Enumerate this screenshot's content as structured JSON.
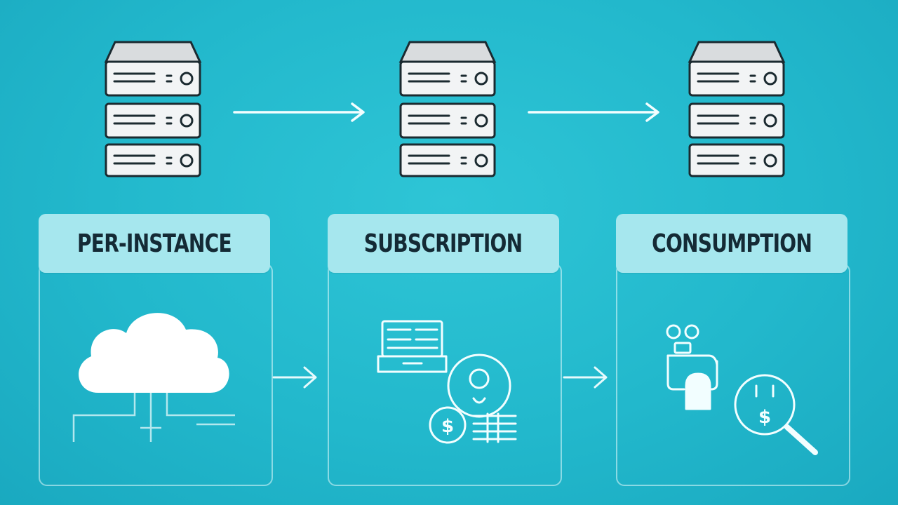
{
  "diagram": {
    "panels": [
      {
        "title": "PER-INSTANCE",
        "icon": "cloud-network-icon"
      },
      {
        "title": "SUBSCRIPTION",
        "icon": "billing-register-icon"
      },
      {
        "title": "CONSUMPTION",
        "icon": "usage-meter-icon"
      }
    ],
    "servers": [
      "server-rack-icon",
      "server-rack-icon",
      "server-rack-icon"
    ],
    "colors": {
      "background": "#22b8cc",
      "header": "#a6e7ee",
      "title": "#142a35",
      "line": "#e6fafc"
    }
  }
}
